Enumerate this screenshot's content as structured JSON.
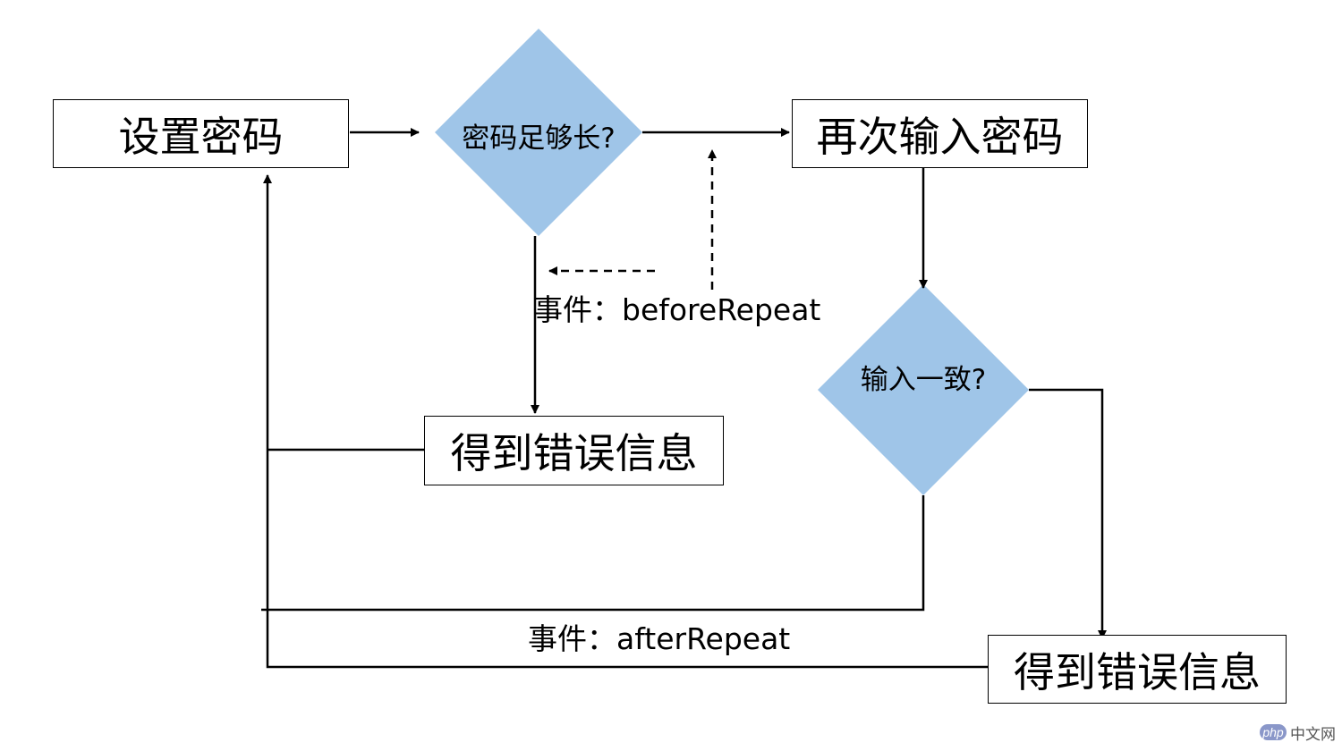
{
  "diagram": {
    "nodes": {
      "set_password": "设置密码",
      "length_check": "密码足够长?",
      "reenter_password": "再次输入密码",
      "error_top": "得到错误信息",
      "match_check": "输入一致?",
      "error_bottom": "得到错误信息"
    },
    "edge_labels": {
      "before_repeat": "事件：beforeRepeat",
      "after_repeat": "事件：afterRepeat"
    },
    "colors": {
      "diamond_fill": "#9fc5e8",
      "box_border": "#000000",
      "line": "#000000"
    }
  },
  "watermark": {
    "badge": "php",
    "site": "中文网"
  }
}
